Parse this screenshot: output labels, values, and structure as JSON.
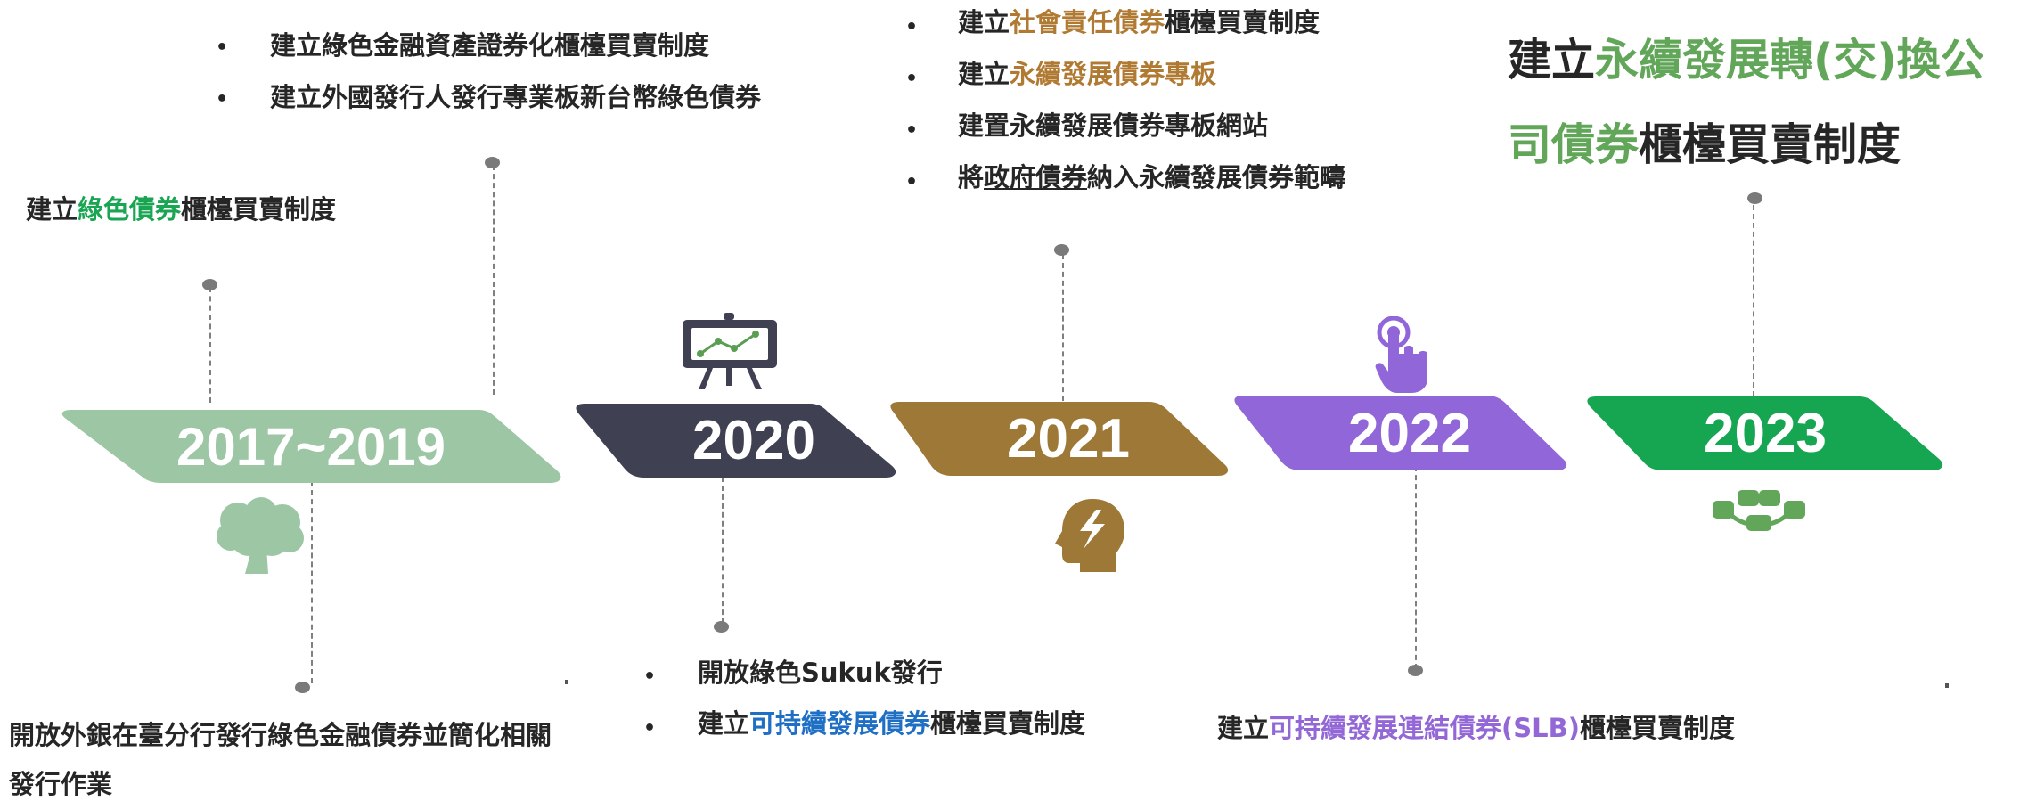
{
  "colors": {
    "band_2017": "#9cc6a4",
    "band_2020": "#3f4152",
    "band_2021": "#9e7837",
    "band_2022": "#9066d8",
    "band_2023": "#16a551",
    "hl_green": "#1aa553",
    "hl_brown": "#b07a32",
    "hl_blue": "#1f6fc5",
    "hl_purple": "#9368d6",
    "hl_lightgreen": "#62a659"
  },
  "timeline": {
    "y2017": {
      "label": "2017~2019",
      "icon": "tree-icon",
      "top_items": [
        "建立綠色金融資產證券化櫃檯買賣制度",
        "建立外國發行人發行專業板新台幣綠色債券"
      ],
      "upper_note": {
        "pre": "建立",
        "hl": "綠色債券",
        "post": "櫃檯買賣制度"
      },
      "bottom_line1": "開放外銀在臺分行發行綠色金融債券並簡化相關",
      "bottom_line2": "發行作業"
    },
    "y2020": {
      "label": "2020",
      "icon": "presentation-chart-icon",
      "bottom_item1": "開放綠色Sukuk發行",
      "bottom_item2": {
        "pre": "建立",
        "hl": "可持續發展債券",
        "post": "櫃檯買賣制度"
      }
    },
    "y2021": {
      "label": "2021",
      "icon": "head-lightning-icon",
      "item1": {
        "pre": "建立",
        "hl": "社會責任債券",
        "post": "櫃檯買賣制度"
      },
      "item2": {
        "pre": "建立",
        "hl": "永續發展債券專板"
      },
      "item3": "建置永續發展債券專板網站",
      "item4": {
        "pre": "將",
        "ul": "政府債券",
        "post": "納入永續發展債券範疇"
      }
    },
    "y2022": {
      "label": "2022",
      "icon": "touch-hand-icon",
      "bottom_note": {
        "pre": "建立",
        "hl": "可持續發展連結債券(SLB)",
        "post": "櫃檯買賣制度"
      }
    },
    "y2023": {
      "label": "2023",
      "icon": "handshake-icon",
      "note_line1": {
        "pre": "建立",
        "hl": "永續發展轉(交)換公"
      },
      "note_line2": {
        "hl": "司債券",
        "post": "櫃檯買賣制度"
      }
    }
  },
  "bullet_char": "•"
}
